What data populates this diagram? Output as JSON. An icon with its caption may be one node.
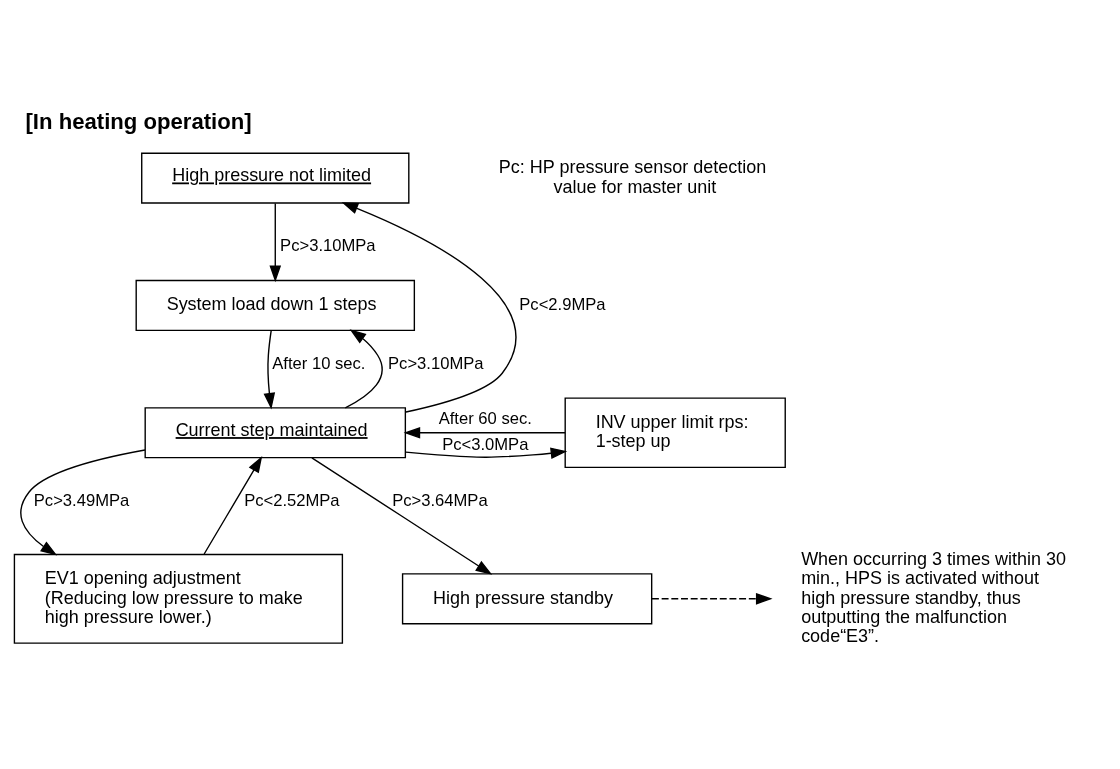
{
  "diagram": {
    "title": "[In heating operation]",
    "nodes": [
      {
        "text": [
          "High pressure not limited"
        ]
      },
      {
        "text": [
          "System load down 1 steps"
        ]
      },
      {
        "text": [
          "Current step maintained"
        ]
      },
      {
        "text": [
          "INV upper limit rps: 1-step up"
        ]
      },
      {
        "text": [
          "EV1 opening adjustment",
          "(Reducing low pressure to make high pressure lower.)"
        ]
      },
      {
        "text": [
          "High pressure standby"
        ]
      },
      {
        "text": [
          "When occurring 3 times within 30 min., HPS is activated without high pressure standby, thus outputting the malfunction code“E3”."
        ]
      }
    ],
    "edges": [
      {
        "from": 0,
        "to": 1,
        "arrow": "to",
        "label": "Pc>3.10MPa"
      },
      {
        "from": 1,
        "to": 2,
        "arrow": "to",
        "label": "After 10 sec."
      },
      {
        "from": 2,
        "to": 1,
        "arrow": "to",
        "label": "Pc>3.10MPa"
      },
      {
        "from": 2,
        "to": 0,
        "arrow": "to",
        "label": "Pc<2.9MPa"
      },
      {
        "from": 2,
        "to": 3,
        "arrow": "to",
        "label": "Pc<3.0MPa"
      },
      {
        "from": 3,
        "to": 2,
        "arrow": "to",
        "label": "After 60 sec."
      },
      {
        "from": 2,
        "to": 4,
        "arrow": "to",
        "label": "Pc>3.49MPa"
      },
      {
        "from": 4,
        "to": 2,
        "arrow": "to",
        "label": "Pc<2.52MPa"
      },
      {
        "from": 2,
        "to": 5,
        "arrow": "to",
        "label": "Pc>3.64MPa"
      },
      {
        "from": 5,
        "to": 6,
        "arrow": "to",
        "style": "dashed"
      }
    ],
    "labels": [
      "Pc: HP pressure sensor detection value for master unit"
    ]
  }
}
